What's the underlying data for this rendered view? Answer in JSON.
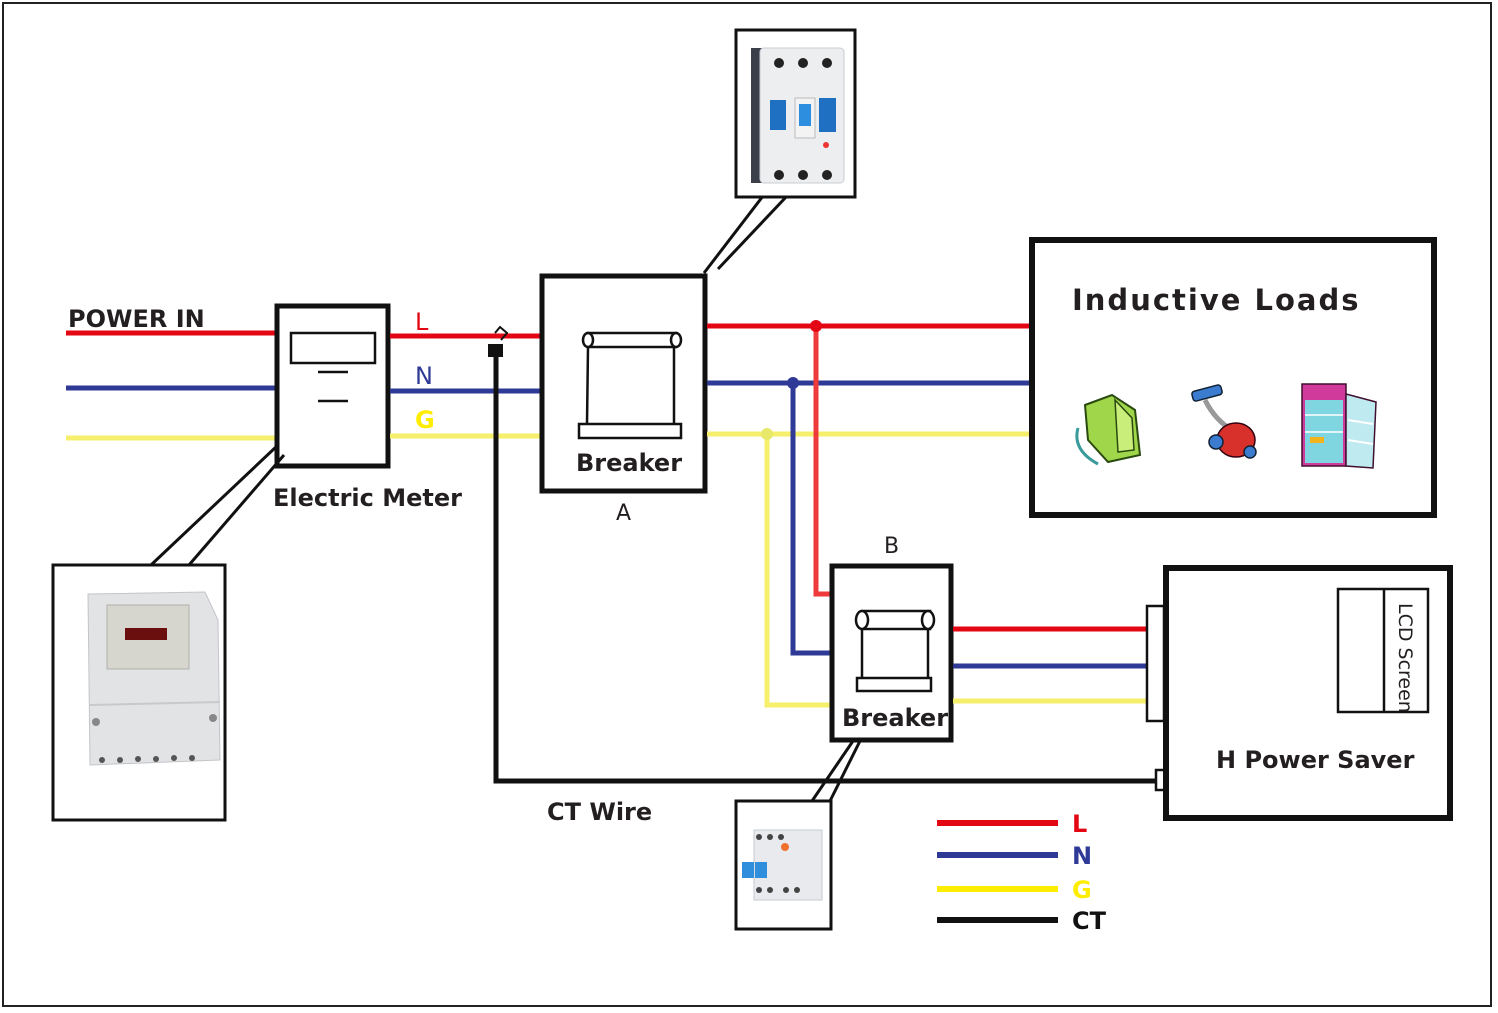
{
  "title": "Power Saver Wiring Diagram",
  "colors": {
    "L": "#e30613",
    "L_branch": "#ee3a3a",
    "N": "#2e3a96",
    "G": "#f5ef6b",
    "G_legend": "#ffed00",
    "CT": "#111111",
    "outline": "#111111",
    "text": "#231f20"
  },
  "labels": {
    "power_in": "POWER IN",
    "wire_L": "L",
    "wire_N": "N",
    "wire_G": "G",
    "electric_meter": "Electric Meter",
    "breaker_a_text": "Breaker",
    "breaker_a_tag": "A",
    "breaker_b_text": "Breaker",
    "breaker_b_tag": "B",
    "inductive_loads": "Inductive Loads",
    "power_saver": "H Power Saver",
    "lcd_screen": "LCD Screen",
    "ct_wire": "CT Wire"
  },
  "loads": [
    {
      "name": "hair-dryer",
      "icon": "hair-dryer-icon"
    },
    {
      "name": "vacuum-cleaner",
      "icon": "vacuum-cleaner-icon"
    },
    {
      "name": "refrigerator",
      "icon": "refrigerator-icon"
    }
  ],
  "photos": [
    {
      "name": "electric-meter-photo",
      "subject": "Electric meter"
    },
    {
      "name": "breaker-a-photo",
      "subject": "Molded case circuit breaker"
    },
    {
      "name": "breaker-b-photo",
      "subject": "Residual current breaker"
    }
  ],
  "legend": [
    {
      "key": "L",
      "label": "L",
      "color": "#e30613"
    },
    {
      "key": "N",
      "label": "N",
      "color": "#2e3a96"
    },
    {
      "key": "G",
      "label": "G",
      "color": "#ffed00"
    },
    {
      "key": "CT",
      "label": "CT",
      "color": "#111111"
    }
  ]
}
